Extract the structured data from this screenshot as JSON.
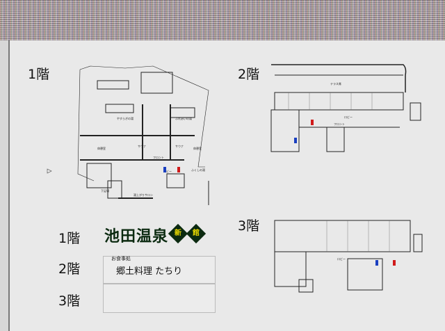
{
  "floors": {
    "f1": "1階",
    "f2": "2階",
    "f3": "3階"
  },
  "plan1": {
    "rooms": [
      "やすらぎの湯",
      "ふれあいの湯",
      "サウナ",
      "サウナ",
      "フロント",
      "ロビー",
      "ふくしの湯",
      "下足場",
      "湯上がりサロン",
      "休憩室",
      "休憩室"
    ]
  },
  "plan2": {
    "rooms": [
      "テラス席",
      "ロビー",
      "フロント"
    ]
  },
  "plan3": {
    "rooms": [
      "ロビー"
    ]
  },
  "directory": {
    "f1": {
      "label": "1階",
      "name": "池田温泉",
      "badge1": "新",
      "badge2": "館"
    },
    "f2": {
      "label": "2階",
      "small": "お食事処",
      "name": "郷土料理 たちり"
    },
    "f3": {
      "label": "3階"
    }
  }
}
